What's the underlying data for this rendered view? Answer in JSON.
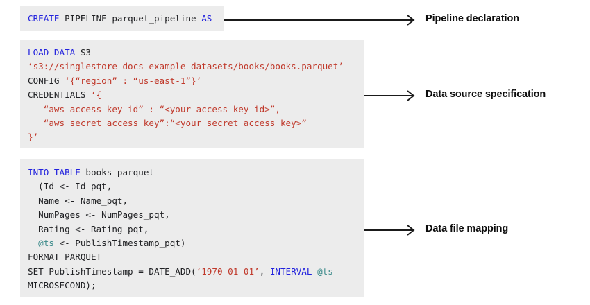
{
  "diagram": {
    "title": "SingleStore CREATE PIPELINE parquet example",
    "background_color": "#ffffff",
    "code_block_background": "#ececec",
    "colors": {
      "keyword": "#2222dd",
      "string": "#c0392b",
      "variable": "#3d8b8b",
      "plain": "#202124",
      "arrow": "#1a1a1a",
      "label_text": "#0d0d0d"
    }
  },
  "blocks": {
    "declaration": {
      "lines": [
        [
          {
            "t": "CREATE",
            "c": "kw"
          },
          {
            "t": " PIPELINE parquet_pipeline ",
            "c": "pln"
          },
          {
            "t": "AS",
            "c": "kw"
          }
        ]
      ]
    },
    "source": {
      "lines": [
        [
          {
            "t": "LOAD DATA",
            "c": "kw"
          },
          {
            "t": " S3",
            "c": "pln"
          }
        ],
        [
          {
            "t": "‘s3://singlestore-docs-example-datasets/books/books.parquet’",
            "c": "str"
          }
        ],
        [
          {
            "t": "CONFIG ",
            "c": "pln"
          },
          {
            "t": "‘{“region” : “us-east-1”}’",
            "c": "str"
          }
        ],
        [
          {
            "t": "CREDENTIALS ",
            "c": "pln"
          },
          {
            "t": "‘{",
            "c": "str"
          }
        ],
        [
          {
            "t": "   “aws_access_key_id” : “<your_access_key_id>”,",
            "c": "str"
          }
        ],
        [
          {
            "t": "   “aws_secret_access_key”:“<your_secret_access_key>”",
            "c": "str"
          }
        ],
        [
          {
            "t": "}’",
            "c": "str"
          }
        ]
      ]
    },
    "mapping": {
      "lines": [
        [
          {
            "t": "INTO TABLE",
            "c": "kw"
          },
          {
            "t": " books_parquet",
            "c": "pln"
          }
        ],
        [
          {
            "t": "  (Id <- Id_pqt,",
            "c": "pln"
          }
        ],
        [
          {
            "t": "  Name <- Name_pqt,",
            "c": "pln"
          }
        ],
        [
          {
            "t": "  NumPages <- NumPages_pqt,",
            "c": "pln"
          }
        ],
        [
          {
            "t": "  Rating <- Rating_pqt,",
            "c": "pln"
          }
        ],
        [
          {
            "t": "  ",
            "c": "pln"
          },
          {
            "t": "@ts",
            "c": "var"
          },
          {
            "t": " <- PublishTimestamp_pqt)",
            "c": "pln"
          }
        ],
        [
          {
            "t": "FORMAT PARQUET",
            "c": "pln"
          }
        ],
        [
          {
            "t": "SET PublishTimestamp = DATE_ADD(",
            "c": "pln"
          },
          {
            "t": "‘1970-01-01’",
            "c": "str"
          },
          {
            "t": ", ",
            "c": "pln"
          },
          {
            "t": "INTERVAL",
            "c": "kw"
          },
          {
            "t": " ",
            "c": "pln"
          },
          {
            "t": "@ts",
            "c": "var"
          }
        ],
        [
          {
            "t": "MICROSECOND);",
            "c": "pln"
          }
        ]
      ]
    }
  },
  "annotations": {
    "declaration": "Pipeline declaration",
    "source": "Data source specification",
    "mapping": "Data file mapping"
  }
}
